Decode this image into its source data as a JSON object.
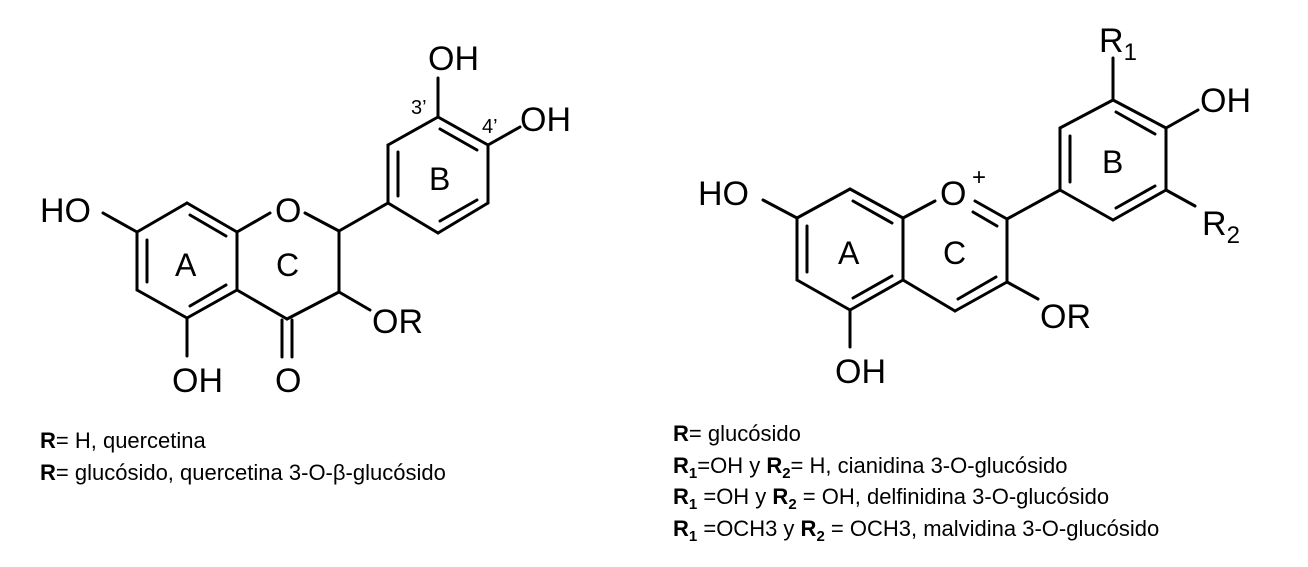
{
  "colors": {
    "background": "#ffffff",
    "ink": "#000000"
  },
  "quercetin": {
    "atoms": {
      "oh_3prime": "OH",
      "oh_4prime": "OH",
      "ho_7": "HO",
      "o_ring": "O",
      "oh_5": "OH",
      "o_carbonyl": "O",
      "or_3": "OR"
    },
    "ring_labels": {
      "a": "A",
      "b": "B",
      "c": "C"
    },
    "position_labels": {
      "p3": "3’",
      "p4": "4’"
    },
    "caption": [
      {
        "r": "R",
        "text": "= H, quercetina"
      },
      {
        "r": "R",
        "text": "= glucósido, quercetina 3-O-β-glucósido"
      }
    ]
  },
  "anthocyanin": {
    "atoms": {
      "ho_7": "HO",
      "o_plus": "O",
      "plus": "+",
      "oh_5": "OH",
      "or_3": "OR",
      "r1": "R",
      "r1_sub": "1",
      "oh_4prime": "OH",
      "r2": "R",
      "r2_sub": "2"
    },
    "ring_labels": {
      "a": "A",
      "b": "B",
      "c": "C"
    },
    "caption": {
      "line1": {
        "r": "R",
        "text": "= glucósido"
      },
      "line2": {
        "r1": "R",
        "sub1": "1",
        "mid": "=OH y ",
        "r2": "R",
        "sub2": "2",
        "text": "= H, cianidina 3-O-glucósido"
      },
      "line3": {
        "r1": "R",
        "sub1": "1",
        "mid": " =OH y ",
        "r2": "R",
        "sub2": "2",
        "text": " = OH, delfinidina 3-O-glucósido"
      },
      "line4": {
        "r1": "R",
        "sub1": "1",
        "mid": " =OCH3 y ",
        "r2": "R",
        "sub2": "2",
        "text": " = OCH3, malvidina 3-O-glucósido"
      }
    }
  }
}
